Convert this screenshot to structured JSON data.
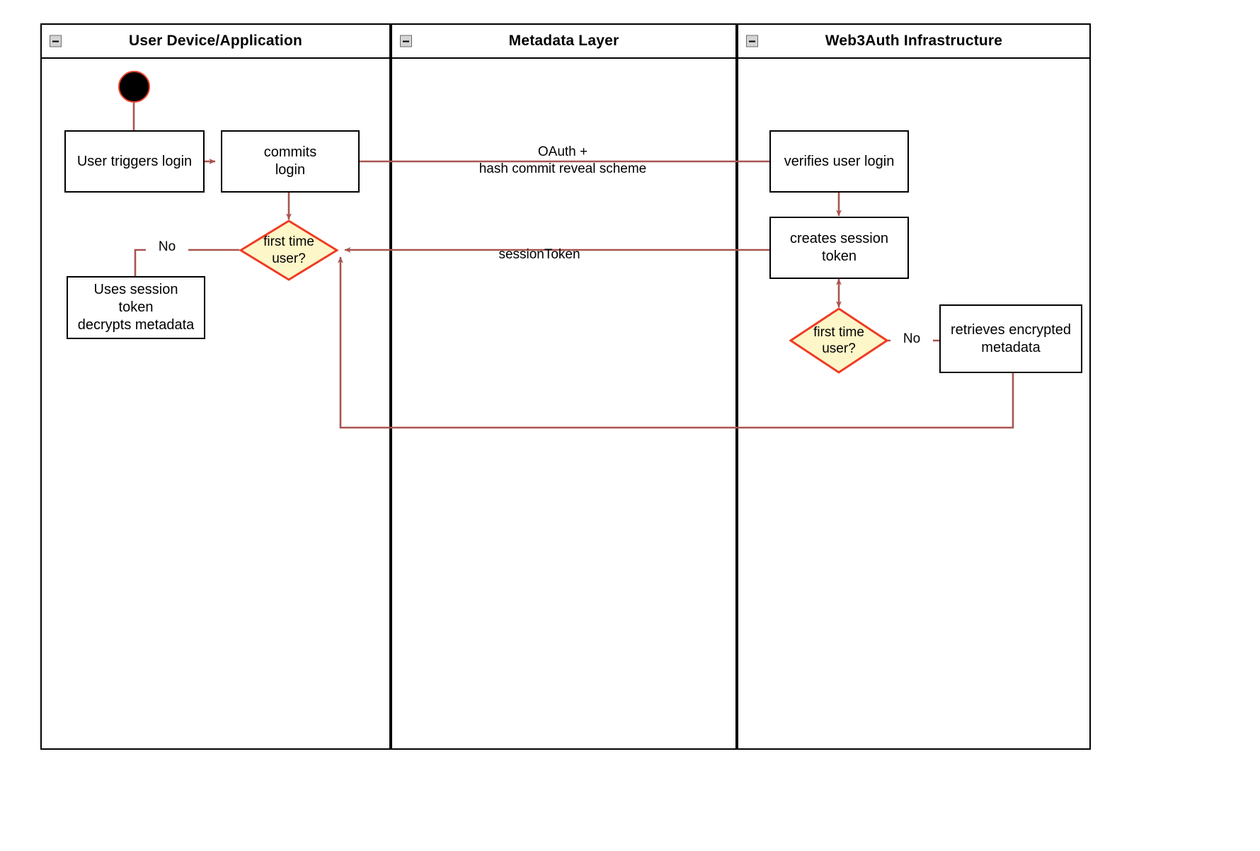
{
  "diagram": {
    "type": "uml-activity-swimlane",
    "title": "Web3Auth login flow activity diagram",
    "colors": {
      "lane_border": "#000000",
      "node_border": "#000000",
      "node_fill": "#ffffff",
      "decision_fill": "#fdf6c8",
      "decision_border": "#ef3b24",
      "connector": "#a85450",
      "start_node_fill": "#000000",
      "start_node_border": "#e8422e",
      "collapse_icon_fill": "#d4d4d4"
    },
    "lanes": [
      {
        "id": "lane-user-device",
        "label": "User Device/Application",
        "collapse_icon": "collapse-minus-icon"
      },
      {
        "id": "lane-metadata",
        "label": "Metadata Layer",
        "collapse_icon": "collapse-minus-icon"
      },
      {
        "id": "lane-web3auth",
        "label": "Web3Auth Infrastructure",
        "collapse_icon": "collapse-minus-icon"
      }
    ],
    "nodes": [
      {
        "id": "start",
        "kind": "initial-node",
        "label": ""
      },
      {
        "id": "user-triggers-login",
        "kind": "activity",
        "label": "User triggers login"
      },
      {
        "id": "commits-login",
        "kind": "activity",
        "label": "commits\nlogin"
      },
      {
        "id": "first-time-user-left",
        "kind": "decision",
        "label": "first time\nuser?"
      },
      {
        "id": "uses-session-token",
        "kind": "activity",
        "label": "Uses session\ntoken\ndecrypts metadata"
      },
      {
        "id": "verifies-user-login",
        "kind": "activity",
        "label": "verifies user login"
      },
      {
        "id": "creates-session-token",
        "kind": "activity",
        "label": "creates session\ntoken"
      },
      {
        "id": "first-time-user-right",
        "kind": "decision",
        "label": "first time\nuser?"
      },
      {
        "id": "retrieves-encrypted-metadata",
        "kind": "activity",
        "label": "retrieves encrypted\nmetadata"
      }
    ],
    "edge_labels": [
      {
        "id": "oauth-label",
        "text": "OAuth +\nhash commit reveal scheme"
      },
      {
        "id": "session-token-label",
        "text": "sessionToken"
      },
      {
        "id": "no-left",
        "text": "No"
      },
      {
        "id": "no-right",
        "text": "No"
      }
    ]
  }
}
